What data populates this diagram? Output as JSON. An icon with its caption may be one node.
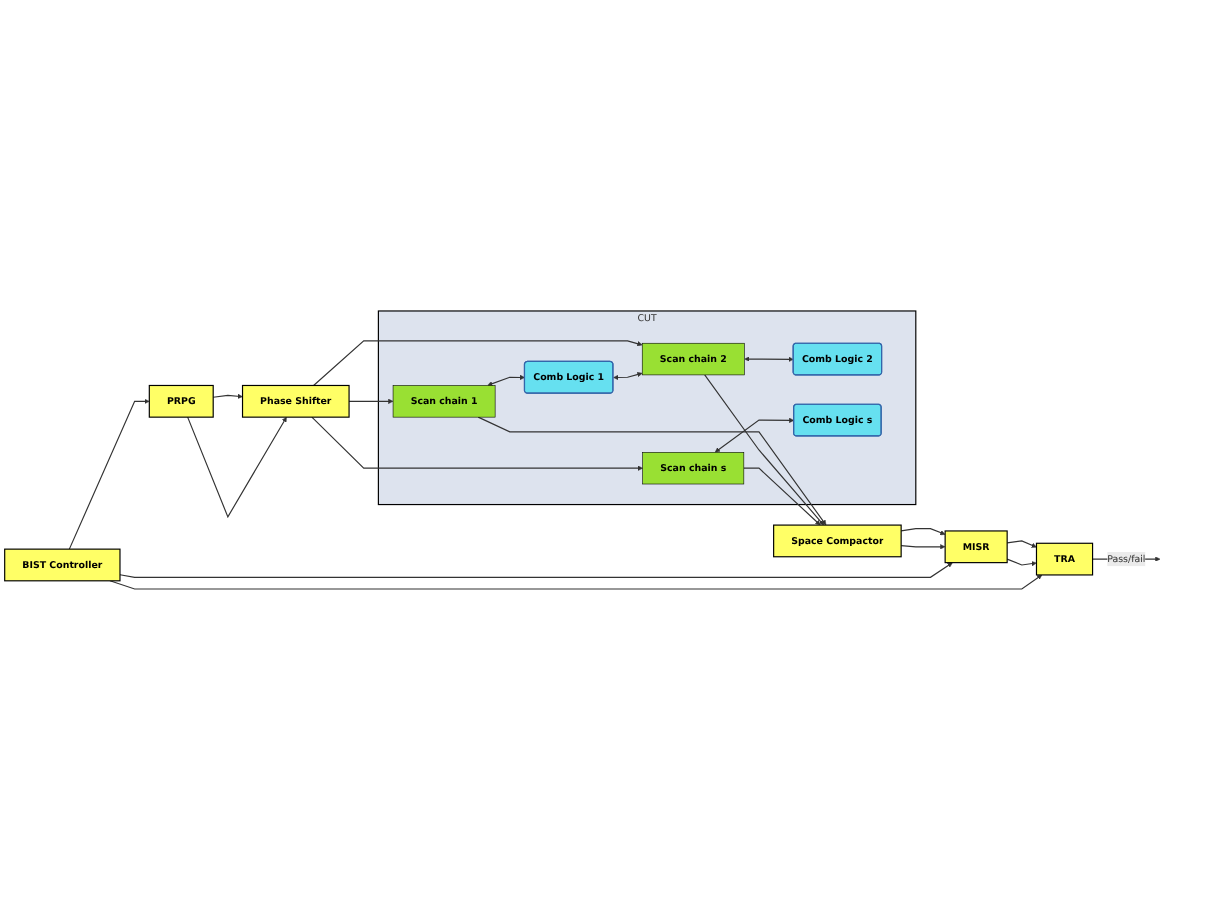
{
  "diagram": {
    "nodes": [
      {
        "text": [
          "PRPG"
        ]
      },
      {
        "text": [
          "Phase Shifter"
        ]
      },
      {
        "text": [
          "CUT"
        ]
      },
      {
        "text": [
          "Scan chain 1"
        ],
        "in": 2
      },
      {
        "text": [
          "Comb Logic 1"
        ],
        "in": 2
      },
      {
        "text": [
          "Scan chain 2"
        ],
        "in": 2
      },
      {
        "text": [
          "Comb Logic 2"
        ],
        "in": 2
      },
      {
        "text": [
          "Scan chain s"
        ],
        "in": 2
      },
      {
        "text": [
          "Comb Logic s"
        ],
        "in": 2
      },
      {
        "text": [
          "Space Compactor"
        ]
      },
      {
        "text": [
          "MISR"
        ]
      },
      {
        "text": [
          "TRA"
        ]
      },
      {
        "text": [
          "BIST Controller"
        ]
      }
    ],
    "edges": [
      {
        "from": 0,
        "to": 1,
        "arrow": "to"
      },
      {
        "from": 0,
        "to": 1,
        "arrow": "to"
      },
      {
        "from": 1,
        "to": 3,
        "arrow": "to"
      },
      {
        "from": 1,
        "to": 5,
        "arrow": "to"
      },
      {
        "from": 1,
        "to": 7,
        "arrow": "to"
      },
      {
        "from": 3,
        "to": 4,
        "arrow": "both"
      },
      {
        "from": 4,
        "to": 5,
        "arrow": "both"
      },
      {
        "from": 5,
        "to": 6,
        "arrow": "both"
      },
      {
        "from": 7,
        "to": 8,
        "arrow": "both"
      },
      {
        "from": 3,
        "to": 9,
        "arrow": "to"
      },
      {
        "from": 5,
        "to": 9,
        "arrow": "to"
      },
      {
        "from": 7,
        "to": 9,
        "arrow": "to"
      },
      {
        "from": 9,
        "to": 10,
        "arrow": "to"
      },
      {
        "from": 9,
        "to": 10,
        "arrow": "to"
      },
      {
        "from": 10,
        "to": 11,
        "arrow": "to"
      },
      {
        "from": 10,
        "to": 11,
        "arrow": "to"
      },
      {
        "from": 11,
        "to": null,
        "label": "Pass/fail",
        "arrow": "to"
      },
      {
        "from": 12,
        "to": 0,
        "arrow": "to"
      },
      {
        "from": 12,
        "to": 10,
        "arrow": "to"
      },
      {
        "from": 12,
        "to": 11,
        "arrow": "to"
      }
    ]
  }
}
